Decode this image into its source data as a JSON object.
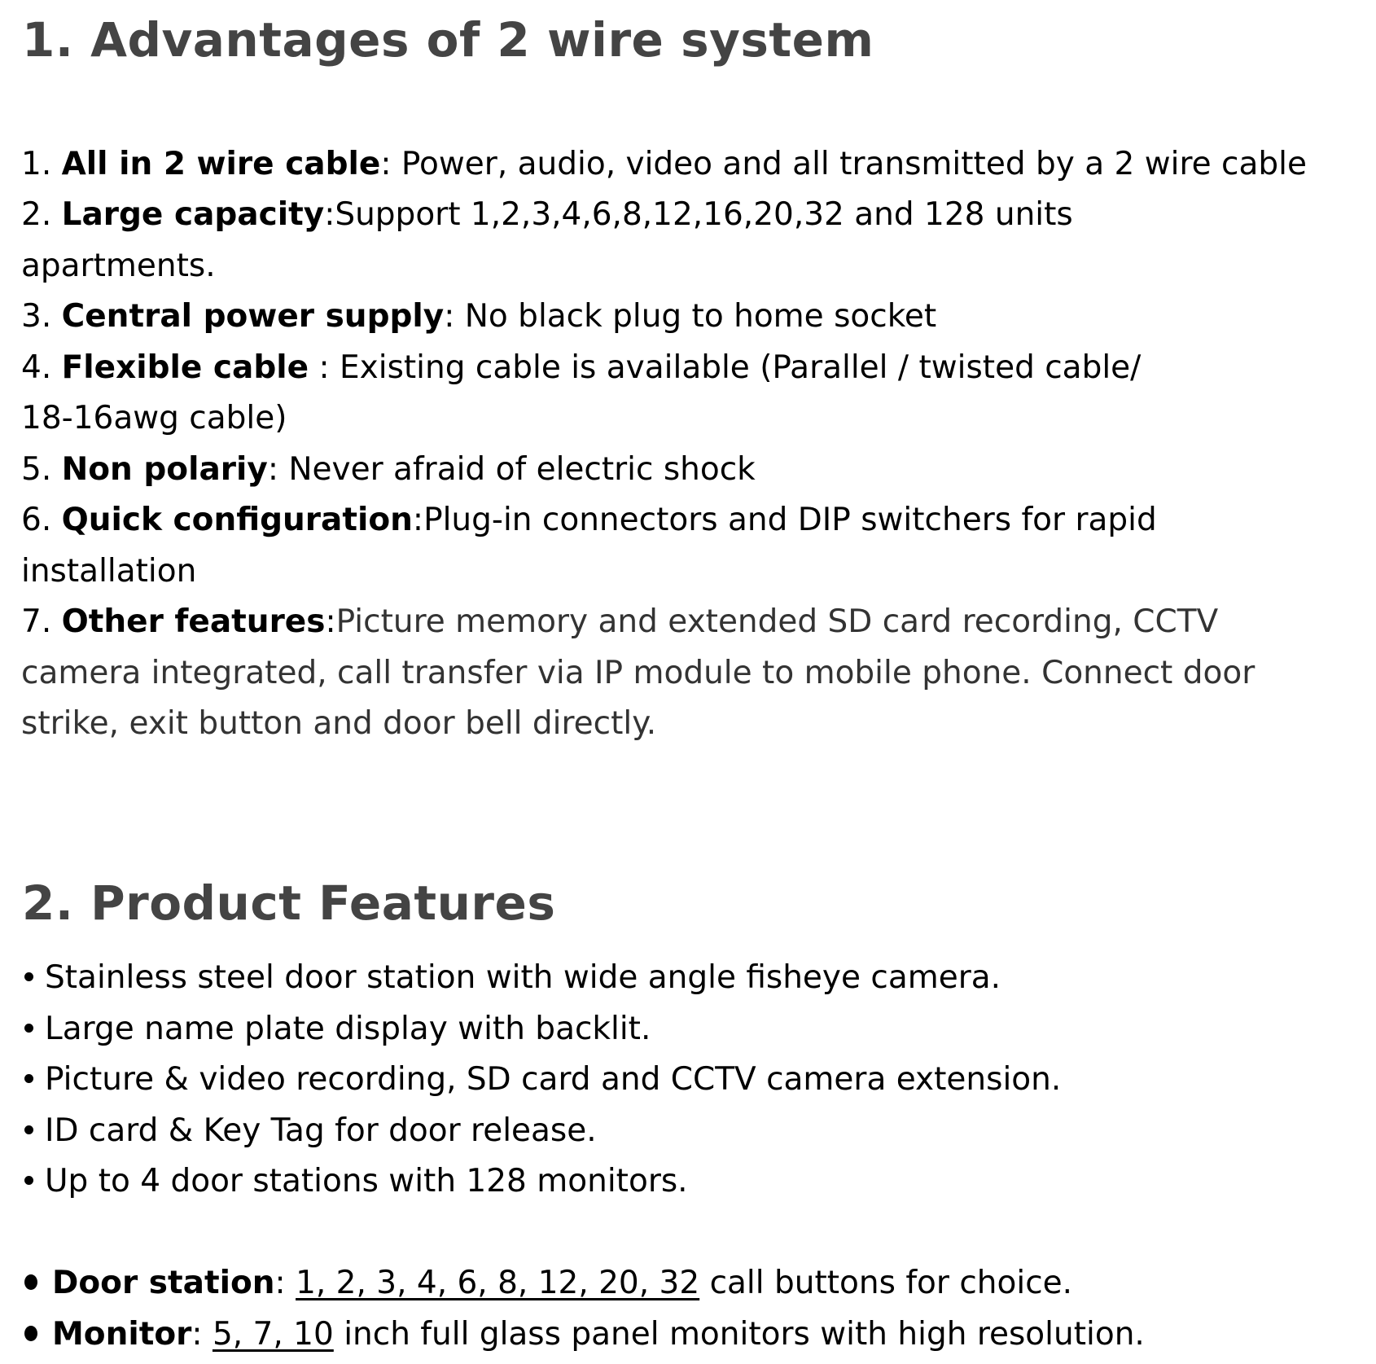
{
  "section1": {
    "heading": "1. Advantages of 2 wire system",
    "items": [
      {
        "num": "1. ",
        "label": "All in 2 wire cable",
        "sep": ":  ",
        "lines": [
          "Power, audio, video and all transmitted by a 2 wire cable"
        ]
      },
      {
        "num": "2. ",
        "label": "Large capacity",
        "sep": ":",
        "lines": [
          "Support 1,2,3,4,6,8,12,16,20,32 and 128 units",
          "apartments."
        ]
      },
      {
        "num": "3. ",
        "label": "Central power supply",
        "sep": ": ",
        "lines": [
          "No black plug to home socket"
        ]
      },
      {
        "num": "4. ",
        "label": "Flexible cable",
        "sep": " : ",
        "lines": [
          "Existing cable is available (Parallel / twisted cable/",
          "18-16awg cable)"
        ]
      },
      {
        "num": "5. ",
        "label": "Non polariy",
        "sep": ": ",
        "lines": [
          "Never afraid of electric shock"
        ]
      },
      {
        "num": "6. ",
        "label": "Quick configuration",
        "sep": ":",
        "lines": [
          "Plug-in connectors and DIP switchers for rapid",
          "installation"
        ]
      },
      {
        "num": "7. ",
        "label": "Other features",
        "sep": ":",
        "lines": [
          "Picture memory and extended SD card recording, CCTV",
          "camera integrated, call transfer via IP module to mobile phone.   Connect door",
          "strike, exit button and door bell directly."
        ]
      }
    ]
  },
  "section2": {
    "heading": "2. Product Features",
    "bullets": [
      "Stainless steel door station with wide angle fisheye camera.",
      "Large name plate display with backlit.",
      "Picture & video recording, SD card and CCTV camera extension.",
      "ID card & Key Tag for door release.",
      "Up to 4 door stations with 128 monitors."
    ],
    "specs": [
      {
        "label": "Door station",
        "sep": ": ",
        "values": "1, 2, 3, 4, 6, 8, 12, 20, 32",
        "rest": " call buttons for choice."
      },
      {
        "label": "Monitor",
        "sep": ": ",
        "values": "5, 7, 10",
        "rest": " inch full glass panel monitors with high resolution."
      }
    ]
  },
  "colors": {
    "heading": "#444444",
    "body": "#000000",
    "body_secondary": "#333333"
  }
}
